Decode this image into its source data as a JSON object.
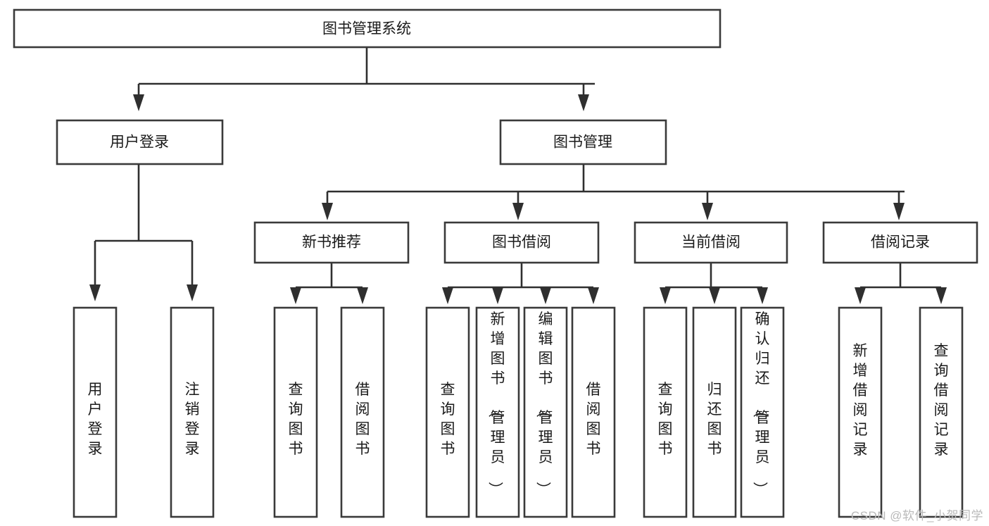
{
  "diagram": {
    "title": "图书管理系统",
    "type": "tree-hierarchy",
    "root": {
      "id": "root",
      "label": "图书管理系统",
      "orientation": "horizontal"
    },
    "level2": [
      {
        "id": "user-login",
        "label": "用户登录",
        "orientation": "horizontal"
      },
      {
        "id": "book-manage",
        "label": "图书管理",
        "orientation": "horizontal"
      }
    ],
    "level3": [
      {
        "id": "new-book-recommend",
        "label": "新书推荐",
        "orientation": "horizontal"
      },
      {
        "id": "book-borrow",
        "label": "图书借阅",
        "orientation": "horizontal"
      },
      {
        "id": "current-borrow",
        "label": "当前借阅",
        "orientation": "horizontal"
      },
      {
        "id": "borrow-record",
        "label": "借阅记录",
        "orientation": "horizontal"
      }
    ],
    "leaves": {
      "user-login": [
        {
          "id": "leaf-user-login",
          "label": "用户登录",
          "orientation": "vertical"
        },
        {
          "id": "leaf-logout-login",
          "label": "注销登录",
          "orientation": "vertical"
        }
      ],
      "new-book-recommend": [
        {
          "id": "leaf-query-book-1",
          "label": "查询图书",
          "orientation": "vertical"
        },
        {
          "id": "leaf-borrow-book-1",
          "label": "借阅图书",
          "orientation": "vertical"
        }
      ],
      "book-borrow": [
        {
          "id": "leaf-query-book-2",
          "label": "查询图书",
          "orientation": "vertical"
        },
        {
          "id": "leaf-add-book",
          "label": "新增图书（管理员）",
          "orientation": "vertical"
        },
        {
          "id": "leaf-edit-book",
          "label": "编辑图书（管理员）",
          "orientation": "vertical"
        },
        {
          "id": "leaf-borrow-book-2",
          "label": "借阅图书",
          "orientation": "vertical"
        }
      ],
      "current-borrow": [
        {
          "id": "leaf-query-book-3",
          "label": "查询图书",
          "orientation": "vertical"
        },
        {
          "id": "leaf-return-book",
          "label": "归还图书",
          "orientation": "vertical"
        },
        {
          "id": "leaf-confirm-return",
          "label": "确认归还（管理员）",
          "orientation": "vertical"
        }
      ],
      "borrow-record": [
        {
          "id": "leaf-add-record",
          "label": "新增借阅记录",
          "orientation": "vertical"
        },
        {
          "id": "leaf-query-record",
          "label": "查询借阅记录",
          "orientation": "vertical"
        }
      ]
    },
    "colors": {
      "background": "#ffffff",
      "box_fill": "#ffffff",
      "box_stroke": "#3a3a3a",
      "connector": "#2f2f2f",
      "label_text": "#1a1a1a",
      "watermark": "#b9b9b9"
    }
  },
  "watermark": {
    "text": "CSDN @软件_小贺同学"
  }
}
